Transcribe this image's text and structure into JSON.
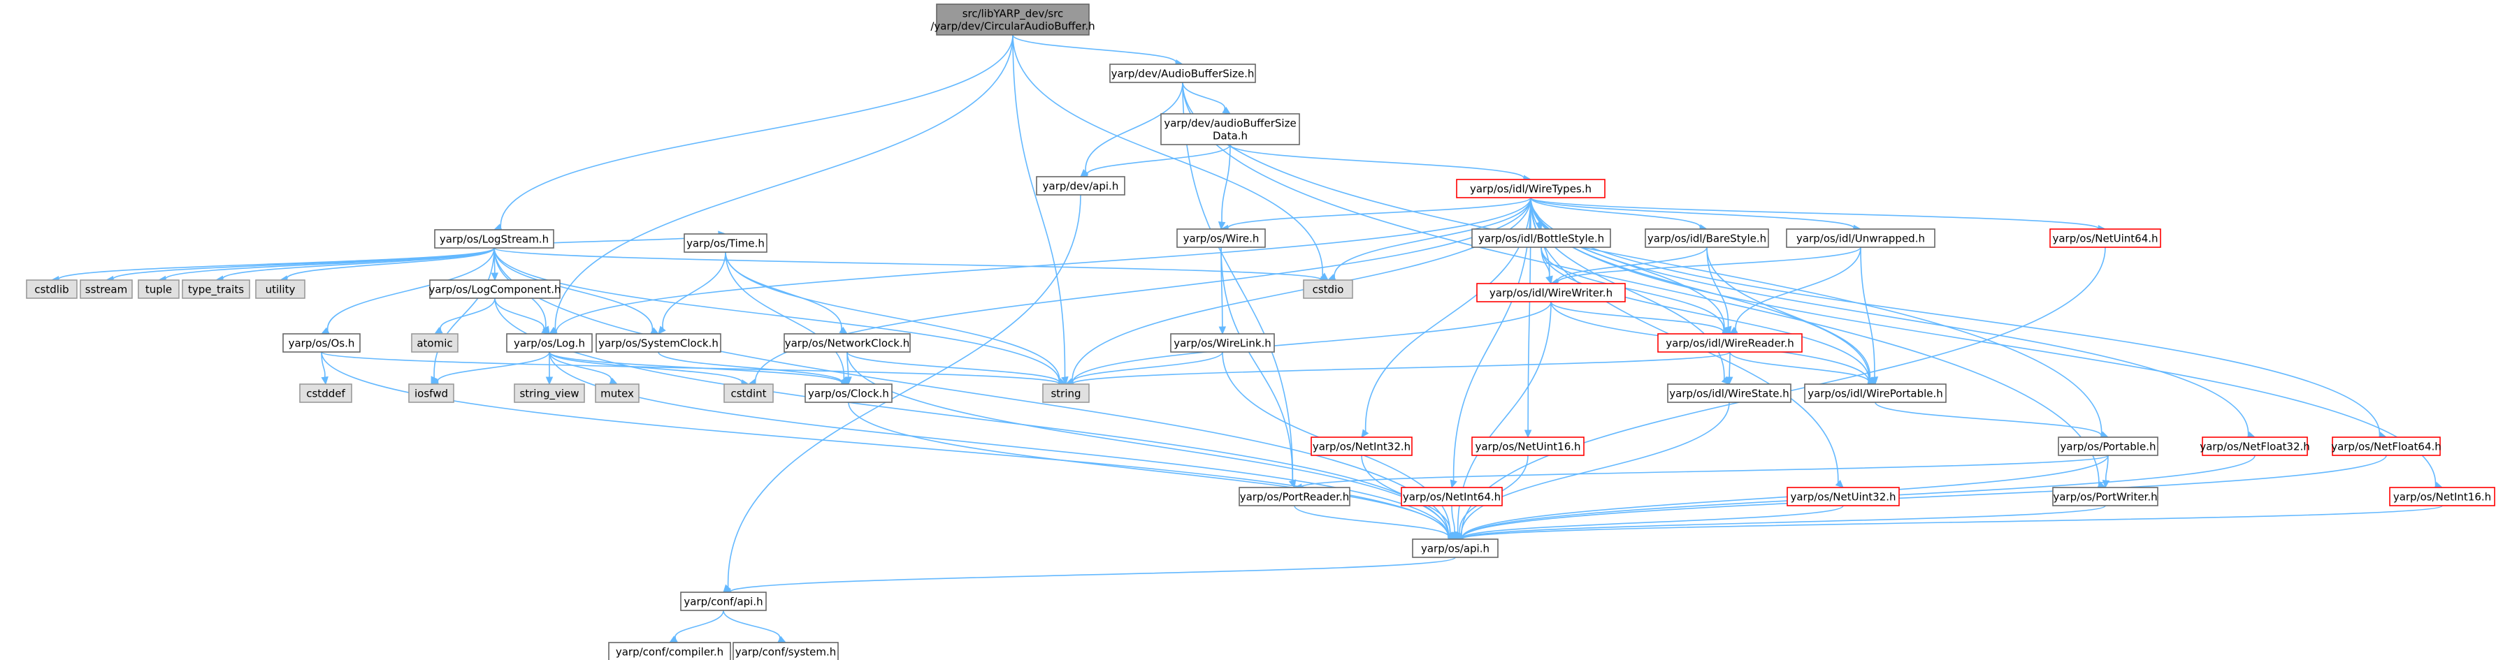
{
  "nodes": [
    {
      "id": "root",
      "lines": [
        "src/libYARP_dev/src",
        "/yarp/dev/CircularAudioBuffer.h"
      ],
      "style": "root"
    },
    {
      "id": "absize",
      "lines": [
        "yarp/dev/AudioBufferSize.h"
      ],
      "style": "normal"
    },
    {
      "id": "absdata",
      "lines": [
        "yarp/dev/audioBufferSize",
        "Data.h"
      ],
      "style": "normal"
    },
    {
      "id": "devapi",
      "lines": [
        "yarp/dev/api.h"
      ],
      "style": "normal"
    },
    {
      "id": "wiretypes",
      "lines": [
        "yarp/os/idl/WireTypes.h"
      ],
      "style": "red"
    },
    {
      "id": "logstream",
      "lines": [
        "yarp/os/LogStream.h"
      ],
      "style": "normal"
    },
    {
      "id": "cstdlib",
      "lines": [
        "cstdlib"
      ],
      "style": "gray"
    },
    {
      "id": "sstream",
      "lines": [
        "sstream"
      ],
      "style": "gray"
    },
    {
      "id": "tuple",
      "lines": [
        "tuple"
      ],
      "style": "gray"
    },
    {
      "id": "type_traits",
      "lines": [
        "type_traits"
      ],
      "style": "gray"
    },
    {
      "id": "utility",
      "lines": [
        "utility"
      ],
      "style": "gray"
    },
    {
      "id": "logcomp",
      "lines": [
        "yarp/os/LogComponent.h"
      ],
      "style": "normal"
    },
    {
      "id": "time",
      "lines": [
        "yarp/os/Time.h"
      ],
      "style": "normal"
    },
    {
      "id": "wire",
      "lines": [
        "yarp/os/Wire.h"
      ],
      "style": "normal"
    },
    {
      "id": "cstdio",
      "lines": [
        "cstdio"
      ],
      "style": "gray"
    },
    {
      "id": "bottlestyle",
      "lines": [
        "yarp/os/idl/BottleStyle.h"
      ],
      "style": "normal"
    },
    {
      "id": "barestyle",
      "lines": [
        "yarp/os/idl/BareStyle.h"
      ],
      "style": "normal"
    },
    {
      "id": "unwrapped",
      "lines": [
        "yarp/os/idl/Unwrapped.h"
      ],
      "style": "normal"
    },
    {
      "id": "netuint64",
      "lines": [
        "yarp/os/NetUint64.h"
      ],
      "style": "red"
    },
    {
      "id": "os",
      "lines": [
        "yarp/os/Os.h"
      ],
      "style": "normal"
    },
    {
      "id": "atomic",
      "lines": [
        "atomic"
      ],
      "style": "gray"
    },
    {
      "id": "log",
      "lines": [
        "yarp/os/Log.h"
      ],
      "style": "normal"
    },
    {
      "id": "sysclock",
      "lines": [
        "yarp/os/SystemClock.h"
      ],
      "style": "normal"
    },
    {
      "id": "netclock",
      "lines": [
        "yarp/os/NetworkClock.h"
      ],
      "style": "normal"
    },
    {
      "id": "wirelink",
      "lines": [
        "yarp/os/WireLink.h"
      ],
      "style": "normal"
    },
    {
      "id": "wirewriter",
      "lines": [
        "yarp/os/idl/WireWriter.h"
      ],
      "style": "red"
    },
    {
      "id": "wirereader",
      "lines": [
        "yarp/os/idl/WireReader.h"
      ],
      "style": "red"
    },
    {
      "id": "cstddef",
      "lines": [
        "cstddef"
      ],
      "style": "gray"
    },
    {
      "id": "iosfwd",
      "lines": [
        "iosfwd"
      ],
      "style": "gray"
    },
    {
      "id": "string_view",
      "lines": [
        "string_view"
      ],
      "style": "gray"
    },
    {
      "id": "mutex",
      "lines": [
        "mutex"
      ],
      "style": "gray"
    },
    {
      "id": "cstdint",
      "lines": [
        "cstdint"
      ],
      "style": "gray"
    },
    {
      "id": "clock",
      "lines": [
        "yarp/os/Clock.h"
      ],
      "style": "normal"
    },
    {
      "id": "string",
      "lines": [
        "string"
      ],
      "style": "gray"
    },
    {
      "id": "wirestate",
      "lines": [
        "yarp/os/idl/WireState.h"
      ],
      "style": "normal"
    },
    {
      "id": "wireportable",
      "lines": [
        "yarp/os/idl/WirePortable.h"
      ],
      "style": "normal"
    },
    {
      "id": "netint32",
      "lines": [
        "yarp/os/NetInt32.h"
      ],
      "style": "red"
    },
    {
      "id": "netuint16",
      "lines": [
        "yarp/os/NetUint16.h"
      ],
      "style": "red"
    },
    {
      "id": "portable",
      "lines": [
        "yarp/os/Portable.h"
      ],
      "style": "normal"
    },
    {
      "id": "netfloat32",
      "lines": [
        "yarp/os/NetFloat32.h"
      ],
      "style": "red"
    },
    {
      "id": "netfloat64",
      "lines": [
        "yarp/os/NetFloat64.h"
      ],
      "style": "red"
    },
    {
      "id": "portreader",
      "lines": [
        "yarp/os/PortReader.h"
      ],
      "style": "normal"
    },
    {
      "id": "netint64",
      "lines": [
        "yarp/os/NetInt64.h"
      ],
      "style": "red"
    },
    {
      "id": "netuint32",
      "lines": [
        "yarp/os/NetUint32.h"
      ],
      "style": "red"
    },
    {
      "id": "portwriter",
      "lines": [
        "yarp/os/PortWriter.h"
      ],
      "style": "normal"
    },
    {
      "id": "netint16",
      "lines": [
        "yarp/os/NetInt16.h"
      ],
      "style": "red"
    },
    {
      "id": "osapi",
      "lines": [
        "yarp/os/api.h"
      ],
      "style": "normal"
    },
    {
      "id": "confapi",
      "lines": [
        "yarp/conf/api.h"
      ],
      "style": "normal"
    },
    {
      "id": "compiler",
      "lines": [
        "yarp/conf/compiler.h"
      ],
      "style": "normal"
    },
    {
      "id": "system",
      "lines": [
        "yarp/conf/system.h"
      ],
      "style": "normal"
    }
  ],
  "edges": [
    [
      "root",
      "absize"
    ],
    [
      "root",
      "logstream"
    ],
    [
      "root",
      "log"
    ],
    [
      "root",
      "string"
    ],
    [
      "root",
      "cstdio"
    ],
    [
      "absize",
      "absdata"
    ],
    [
      "absize",
      "devapi"
    ],
    [
      "absize",
      "portreader"
    ],
    [
      "absize",
      "portable"
    ],
    [
      "absize",
      "portwriter"
    ],
    [
      "absdata",
      "wiretypes"
    ],
    [
      "absdata",
      "devapi"
    ],
    [
      "absdata",
      "wire"
    ],
    [
      "devapi",
      "confapi"
    ],
    [
      "wiretypes",
      "wire"
    ],
    [
      "wiretypes",
      "bottlestyle"
    ],
    [
      "wiretypes",
      "barestyle"
    ],
    [
      "wiretypes",
      "unwrapped"
    ],
    [
      "wiretypes",
      "netuint64"
    ],
    [
      "wiretypes",
      "wirewriter"
    ],
    [
      "wiretypes",
      "wirereader"
    ],
    [
      "wiretypes",
      "wirestate"
    ],
    [
      "wiretypes",
      "wireportable"
    ],
    [
      "wiretypes",
      "netint32"
    ],
    [
      "wiretypes",
      "netuint16"
    ],
    [
      "wiretypes",
      "netint64"
    ],
    [
      "wiretypes",
      "netuint32"
    ],
    [
      "wiretypes",
      "netfloat32"
    ],
    [
      "wiretypes",
      "netfloat64"
    ],
    [
      "wiretypes",
      "netint16"
    ],
    [
      "wiretypes",
      "string"
    ],
    [
      "wiretypes",
      "cstdint"
    ],
    [
      "wiretypes",
      "cstdio"
    ],
    [
      "wiretypes",
      "log"
    ],
    [
      "logstream",
      "cstdlib"
    ],
    [
      "logstream",
      "sstream"
    ],
    [
      "logstream",
      "tuple"
    ],
    [
      "logstream",
      "type_traits"
    ],
    [
      "logstream",
      "utility"
    ],
    [
      "logstream",
      "os"
    ],
    [
      "logstream",
      "logcomp"
    ],
    [
      "logstream",
      "time"
    ],
    [
      "logstream",
      "log"
    ],
    [
      "logstream",
      "sysclock"
    ],
    [
      "logstream",
      "iosfwd"
    ],
    [
      "logstream",
      "string"
    ],
    [
      "logstream",
      "cstdio"
    ],
    [
      "logstream",
      "osapi"
    ],
    [
      "logcomp",
      "atomic"
    ],
    [
      "logcomp",
      "log"
    ],
    [
      "logcomp",
      "osapi"
    ],
    [
      "time",
      "sysclock"
    ],
    [
      "time",
      "netclock"
    ],
    [
      "time",
      "clock"
    ],
    [
      "time",
      "string"
    ],
    [
      "wire",
      "portreader"
    ],
    [
      "wire",
      "wirelink"
    ],
    [
      "bottlestyle",
      "wirewriter"
    ],
    [
      "bottlestyle",
      "wirereader"
    ],
    [
      "bottlestyle",
      "wireportable"
    ],
    [
      "barestyle",
      "wirewriter"
    ],
    [
      "barestyle",
      "wirereader"
    ],
    [
      "barestyle",
      "wireportable"
    ],
    [
      "unwrapped",
      "wirewriter"
    ],
    [
      "unwrapped",
      "wirereader"
    ],
    [
      "unwrapped",
      "wireportable"
    ],
    [
      "netuint64",
      "osapi"
    ],
    [
      "os",
      "cstddef"
    ],
    [
      "os",
      "string"
    ],
    [
      "os",
      "osapi"
    ],
    [
      "log",
      "iosfwd"
    ],
    [
      "log",
      "string_view"
    ],
    [
      "log",
      "mutex"
    ],
    [
      "log",
      "cstdint"
    ],
    [
      "log",
      "clock"
    ],
    [
      "log",
      "osapi"
    ],
    [
      "sysclock",
      "clock"
    ],
    [
      "netclock",
      "clock"
    ],
    [
      "netclock",
      "string"
    ],
    [
      "netclock",
      "osapi"
    ],
    [
      "wirelink",
      "string"
    ],
    [
      "wirelink",
      "osapi"
    ],
    [
      "wirewriter",
      "wirereader"
    ],
    [
      "wirewriter",
      "wireportable"
    ],
    [
      "wirewriter",
      "string"
    ],
    [
      "wirewriter",
      "osapi"
    ],
    [
      "wirereader",
      "wirestate"
    ],
    [
      "wirereader",
      "wireportable"
    ],
    [
      "wirereader",
      "string"
    ],
    [
      "wirestate",
      "osapi"
    ],
    [
      "wireportable",
      "portable"
    ],
    [
      "netint32",
      "osapi"
    ],
    [
      "netuint16",
      "osapi"
    ],
    [
      "netint64",
      "osapi"
    ],
    [
      "netuint32",
      "osapi"
    ],
    [
      "netfloat32",
      "osapi"
    ],
    [
      "netfloat64",
      "osapi"
    ],
    [
      "netint16",
      "osapi"
    ],
    [
      "portable",
      "portreader"
    ],
    [
      "portable",
      "portwriter"
    ],
    [
      "portable",
      "osapi"
    ],
    [
      "portreader",
      "osapi"
    ],
    [
      "portwriter",
      "osapi"
    ],
    [
      "osapi",
      "confapi"
    ],
    [
      "confapi",
      "compiler"
    ],
    [
      "confapi",
      "system"
    ],
    [
      "clock",
      "osapi"
    ]
  ],
  "colors": {
    "edge": "#63b8ff",
    "normal_fill": "#ffffff",
    "normal_stroke": "#666666",
    "root_fill": "#999999",
    "root_stroke": "#666666",
    "gray_fill": "#e0e0e0",
    "gray_stroke": "#999999",
    "red_fill": "#ffffff",
    "red_stroke": "#ff0000",
    "text": "#000000"
  }
}
